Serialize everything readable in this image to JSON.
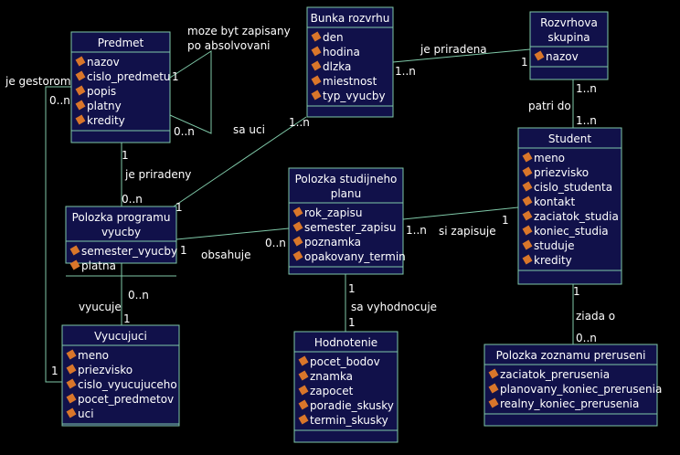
{
  "classes": {
    "predmet": {
      "title": [
        "Predmet"
      ],
      "attrs": [
        "nazov",
        "cislo_predmetu",
        "popis",
        "platny",
        "kredity"
      ]
    },
    "bunka": {
      "title": [
        "Bunka rozvrhu"
      ],
      "attrs": [
        "den",
        "hodina",
        "dlzka",
        "miestnost",
        "typ_vyucby"
      ]
    },
    "rozvrhova": {
      "title": [
        "Rozvrhova",
        "skupina"
      ],
      "attrs": [
        "nazov"
      ]
    },
    "student": {
      "title": [
        "Student"
      ],
      "attrs": [
        "meno",
        "priezvisko",
        "cislo_studenta",
        "kontakt",
        "zaciatok_studia",
        "koniec_studia",
        "studuje",
        "kredity"
      ]
    },
    "polozka_studijneho": {
      "title": [
        "Polozka studijneho",
        "planu"
      ],
      "attrs": [
        "rok_zapisu",
        "semester_zapisu",
        "poznamka",
        "opakovany_termin"
      ]
    },
    "polozka_programu": {
      "title": [
        "Polozka programu",
        "vyucby"
      ],
      "attrs": [
        "semester_vyucby",
        "platna"
      ]
    },
    "vyucujuci": {
      "title": [
        "Vyucujuci"
      ],
      "attrs": [
        "meno",
        "priezvisko",
        "cislo_vyucujuceho",
        "pocet_predmetov",
        "uci"
      ]
    },
    "hodnotenie": {
      "title": [
        "Hodnotenie"
      ],
      "attrs": [
        "pocet_bodov",
        "znamka",
        "zapocet",
        "poradie_skusky",
        "termin_skusky"
      ]
    },
    "prerusenie": {
      "title": [
        "Polozka zoznamu preruseni"
      ],
      "attrs": [
        "zaciatok_prerusenia",
        "planovany_koniec_prerusenia",
        "realny_koniec_prerusenia"
      ]
    }
  },
  "labels": {
    "self_assoc_1": "moze byt zapisany",
    "self_assoc_2": "po absolvovani",
    "self_mult_top": "1",
    "self_mult_bottom": "0..n",
    "je_priradena": "je priradena",
    "je_priradena_m1": "1..n",
    "je_priradena_m2": "1",
    "patri_do": "patri do",
    "patri_do_m1": "1..n",
    "patri_do_m2": "1..n",
    "sa_uci": "sa uci",
    "sa_uci_m1": "1..n",
    "sa_uci_m2": "1",
    "je_prirademy": "je priradeny",
    "je_prirademy_m1": "1",
    "je_prirademy_m2": "0..n",
    "je_gestorom": "je gestorom",
    "je_gestorom_m1": "0..n",
    "je_gestorom_m2": "1",
    "obsahuje": "obsahuje",
    "obsahuje_m1": "1",
    "obsahuje_m2": "0..n",
    "si_zapisuje": "si zapisuje",
    "si_zapisuje_m1": "1..n",
    "si_zapisuje_m2": "1",
    "vyucuje": "vyucuje",
    "vyucuje_m1": "0..n",
    "vyucuje_m2": "1",
    "sa_vyhodnocuje": "sa vyhodnocuje",
    "sa_vyhodnocuje_m1": "1",
    "sa_vyhodnocuje_m2": "1",
    "ziada_o": "ziada o",
    "ziada_o_m1": "1",
    "ziada_o_m2": "0..n"
  }
}
